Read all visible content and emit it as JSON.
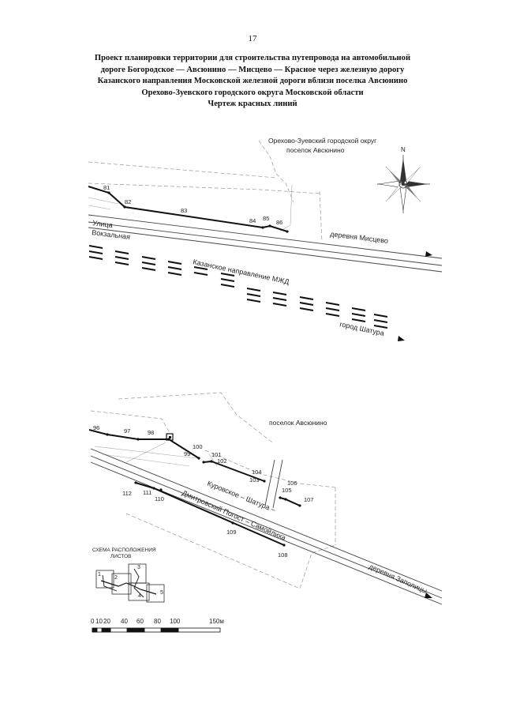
{
  "page_number": "17",
  "title_lines": [
    "Проект планировки территории для строительства путепровода на автомобильной",
    "дороге Богородское — Авсюнино — Мисцево — Красное через железную дорогу",
    "Казанского направления Московской железной дороги вблизи поселка Авсюнино",
    "Орехово-Зуевского городского округа Московской области",
    "Чертеж красных линий"
  ],
  "map_top": {
    "region_label_1": "Орехово-Зуевский городской округ",
    "region_label_2": "поселок Авсюнино",
    "north_label": "N",
    "street_label_1": "Улица",
    "street_label_2": "Вокзальная",
    "road_label": "деревня Мисцево",
    "railway_label": "Казанское направление МЖД",
    "town_label": "город Шатура",
    "points": [
      "81",
      "82",
      "83",
      "84",
      "85",
      "86"
    ]
  },
  "map_bottom": {
    "settlement_label": "поселок Авсюнино",
    "road_label_1": "Куровское – Шатура –",
    "road_label_2": "Дмитровский Погост – Самойлиха",
    "village_label": "деревня Заполицы",
    "points": [
      "96",
      "97",
      "98",
      "99",
      "100",
      "101",
      "102",
      "103",
      "104",
      "105",
      "106",
      "107",
      "108",
      "109",
      "110",
      "111",
      "112"
    ]
  },
  "scheme": {
    "title_1": "СХЕМА РАСПОЛОЖЕНИЯ",
    "title_2": "ЛИСТОВ",
    "sheets": [
      "1",
      "2",
      "3",
      "4",
      "5"
    ]
  },
  "scale_bar": {
    "ticks": [
      "0",
      "10",
      "20",
      "40",
      "60",
      "80",
      "100",
      "150м"
    ]
  }
}
